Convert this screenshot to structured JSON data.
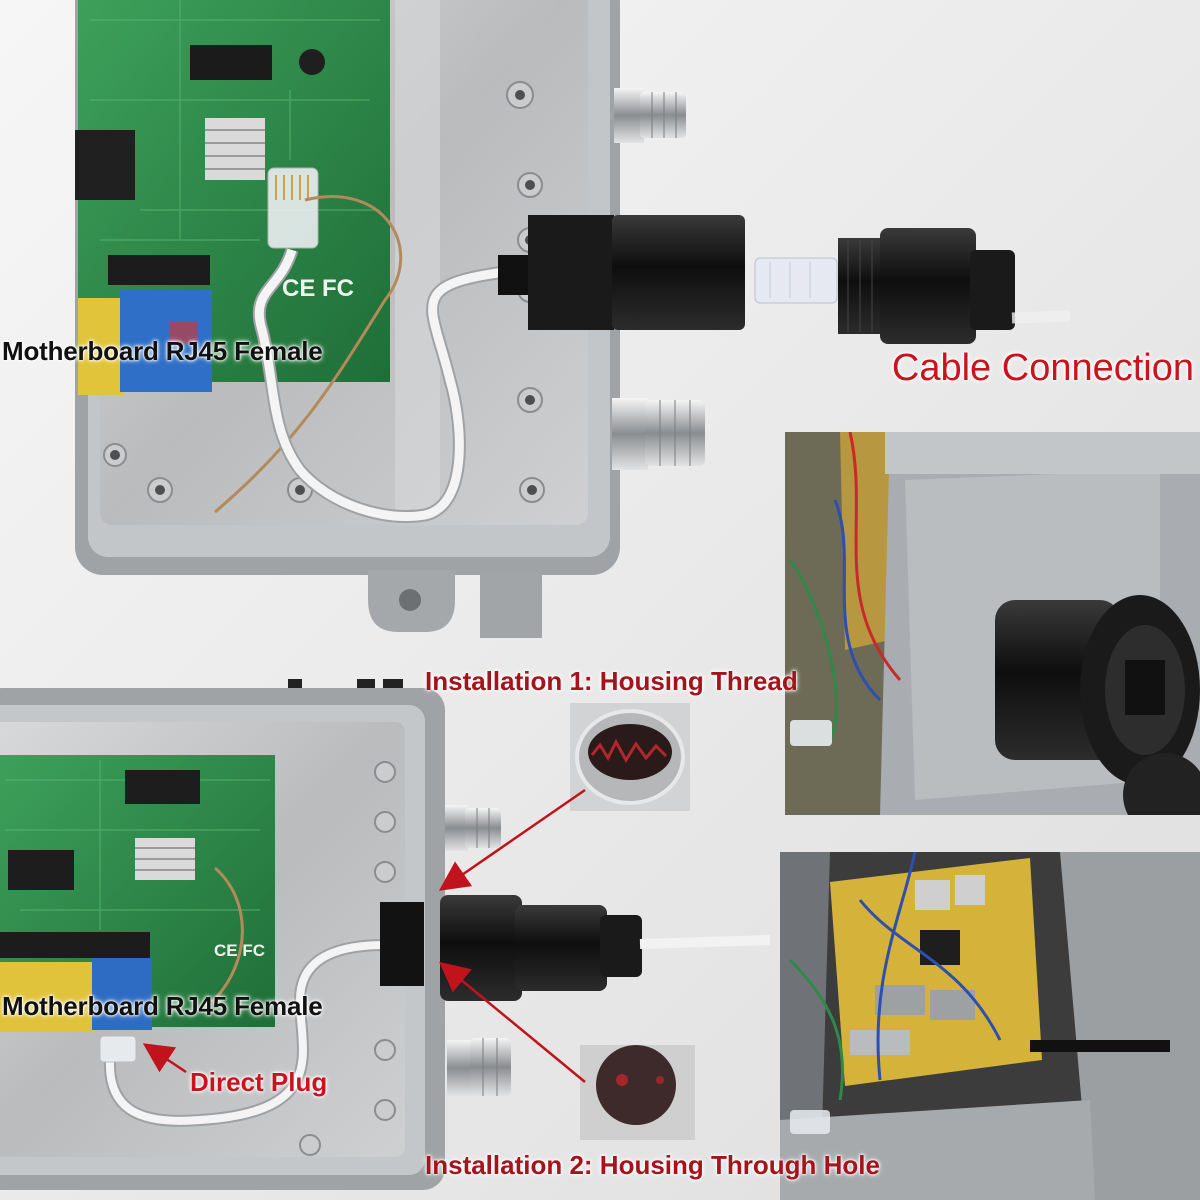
{
  "labels": {
    "top_motherboard": "Motherboard RJ45 Female",
    "cable_connection": "Cable Connection",
    "installation_1": "Installation 1: Housing Thread",
    "bottom_motherboard": "Motherboard RJ45 Female",
    "direct_plug": "Direct Plug",
    "installation_2": "Installation 2: Housing Through Hole"
  },
  "board_marking": "CE FC",
  "colors": {
    "background": "#ececec",
    "housing": "#a0a3a6",
    "pcb_green": "#2f8a4a",
    "yellow_board": "#d5b33a",
    "label_red": "#c8141e",
    "label_dark_red": "#a3141c",
    "arrow_red": "#c0131b"
  },
  "icons": [
    "arrow-icon"
  ]
}
